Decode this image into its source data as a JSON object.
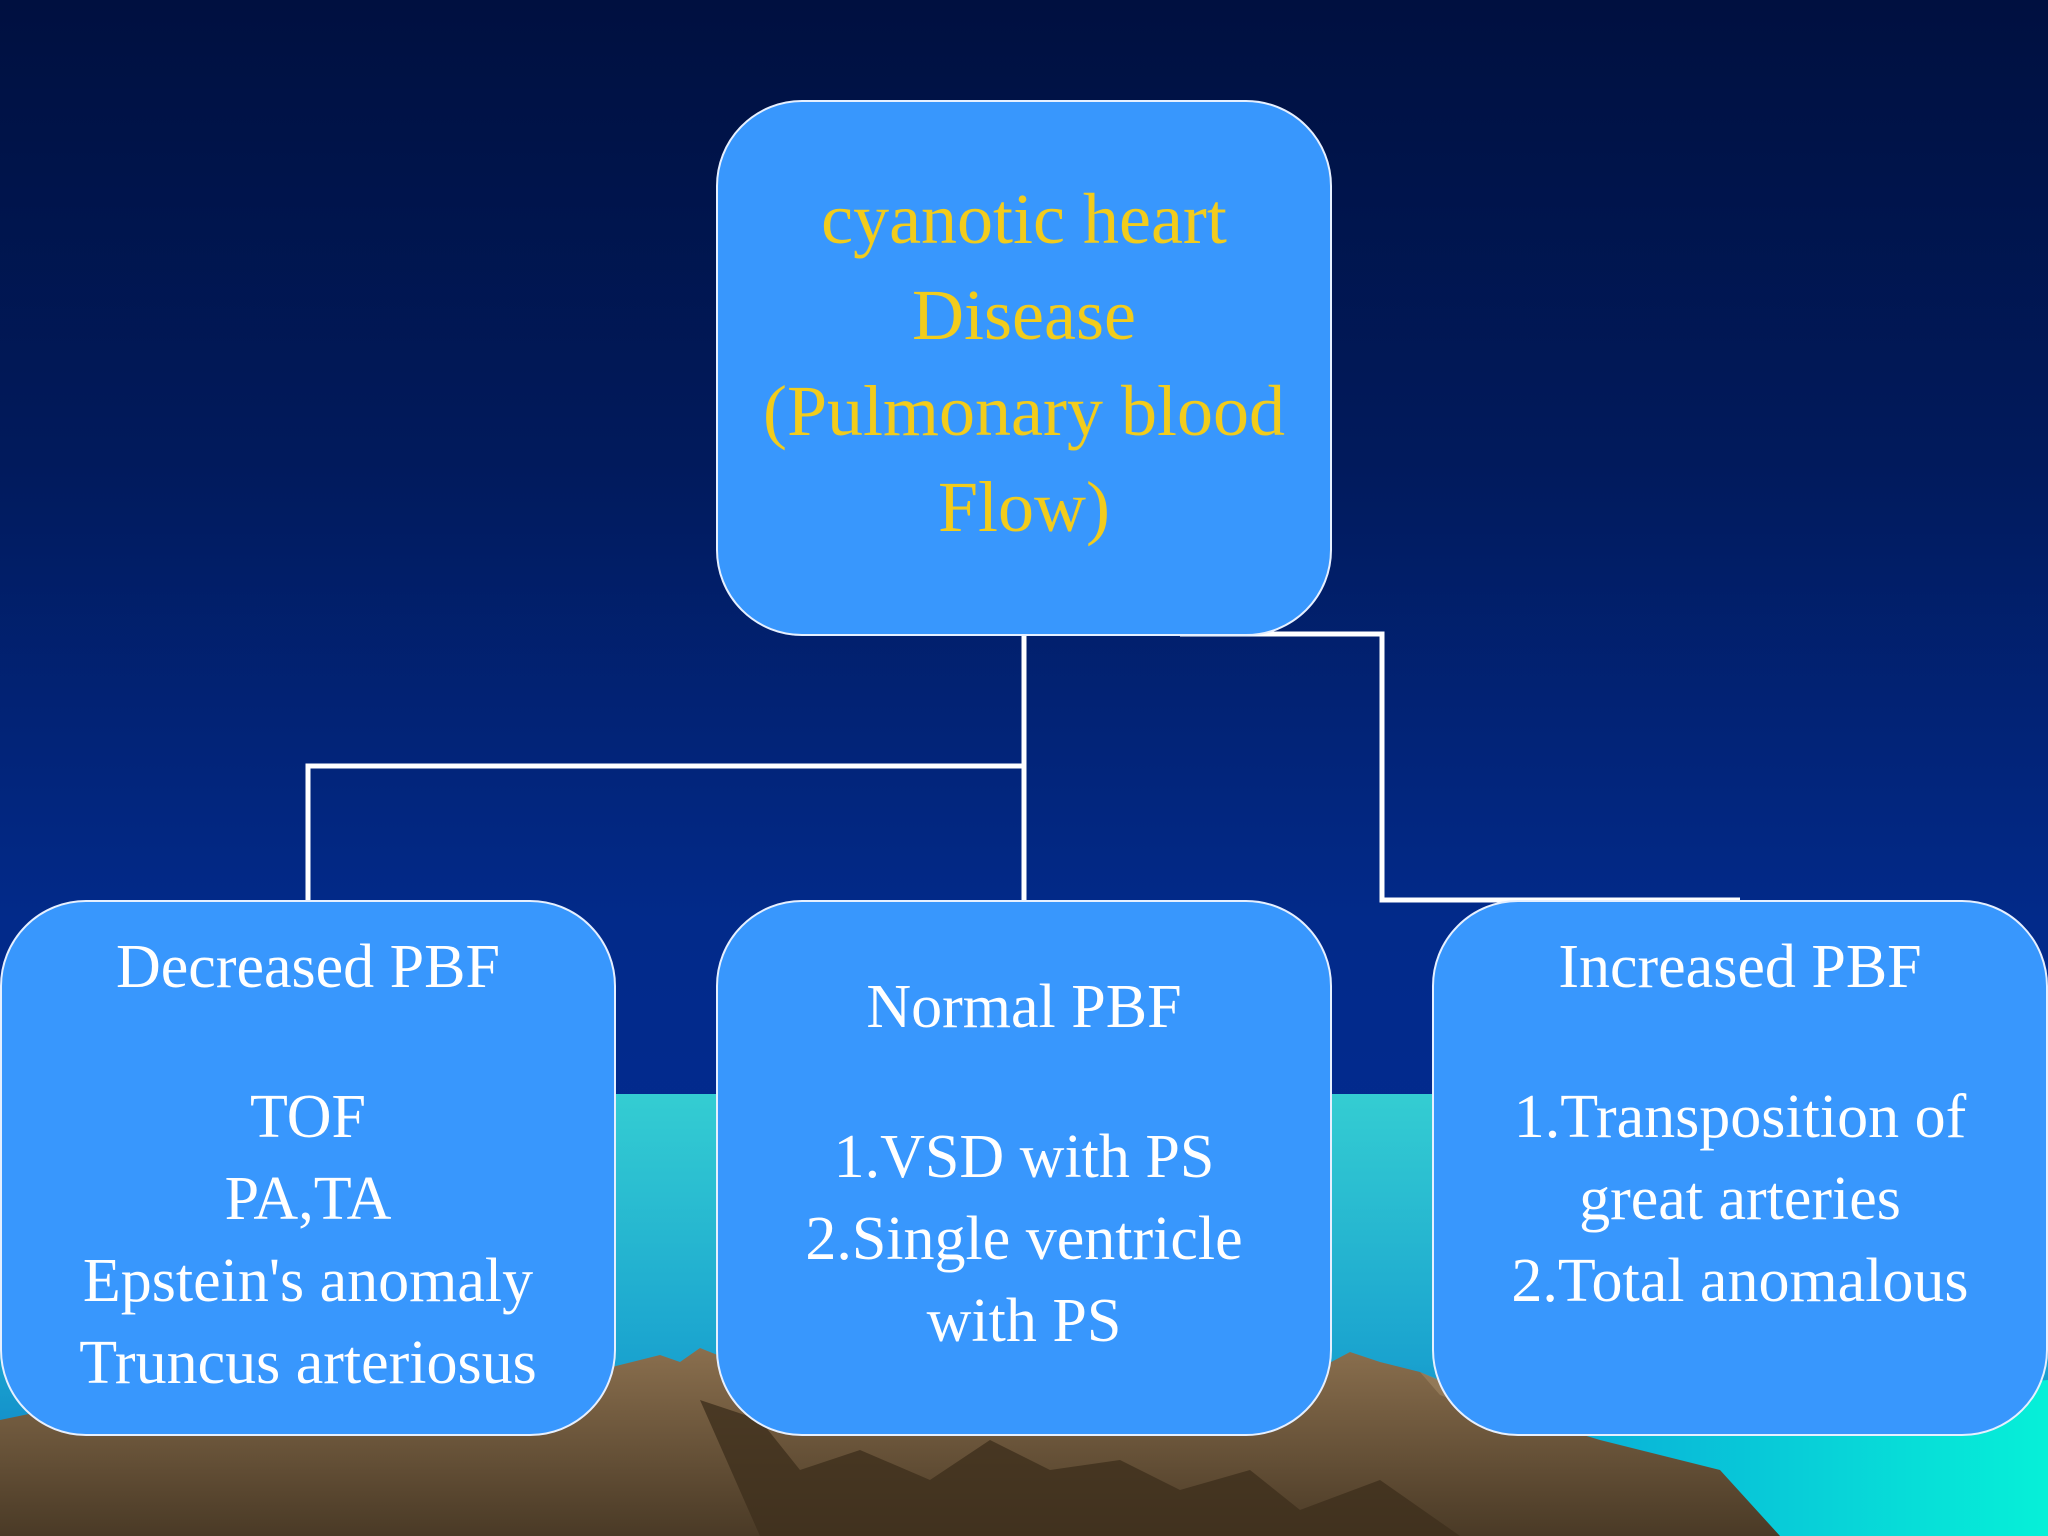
{
  "root": {
    "lines": [
      "cyanotic heart",
      "Disease",
      "(Pulmonary blood",
      "Flow)"
    ]
  },
  "decreased": {
    "title": "Decreased PBF",
    "items": [
      "TOF",
      "PA,TA",
      "Epstein's anomaly",
      "Truncus arteriosus"
    ]
  },
  "normal": {
    "title": "Normal PBF",
    "items": [
      "1.VSD with PS",
      "2.Single ventricle",
      "with PS"
    ]
  },
  "increased": {
    "title": "Increased PBF",
    "items": [
      "1.Transposition of",
      "great arteries",
      "2.Total anomalous"
    ]
  },
  "colors": {
    "node_fill": "#3897fd",
    "root_text": "#f2cc1c",
    "child_text": "#ffffff",
    "background_top": "#001040",
    "background_bottom": "#042c96",
    "sea": "#2ec8d0",
    "rocks": "#6b553a"
  }
}
